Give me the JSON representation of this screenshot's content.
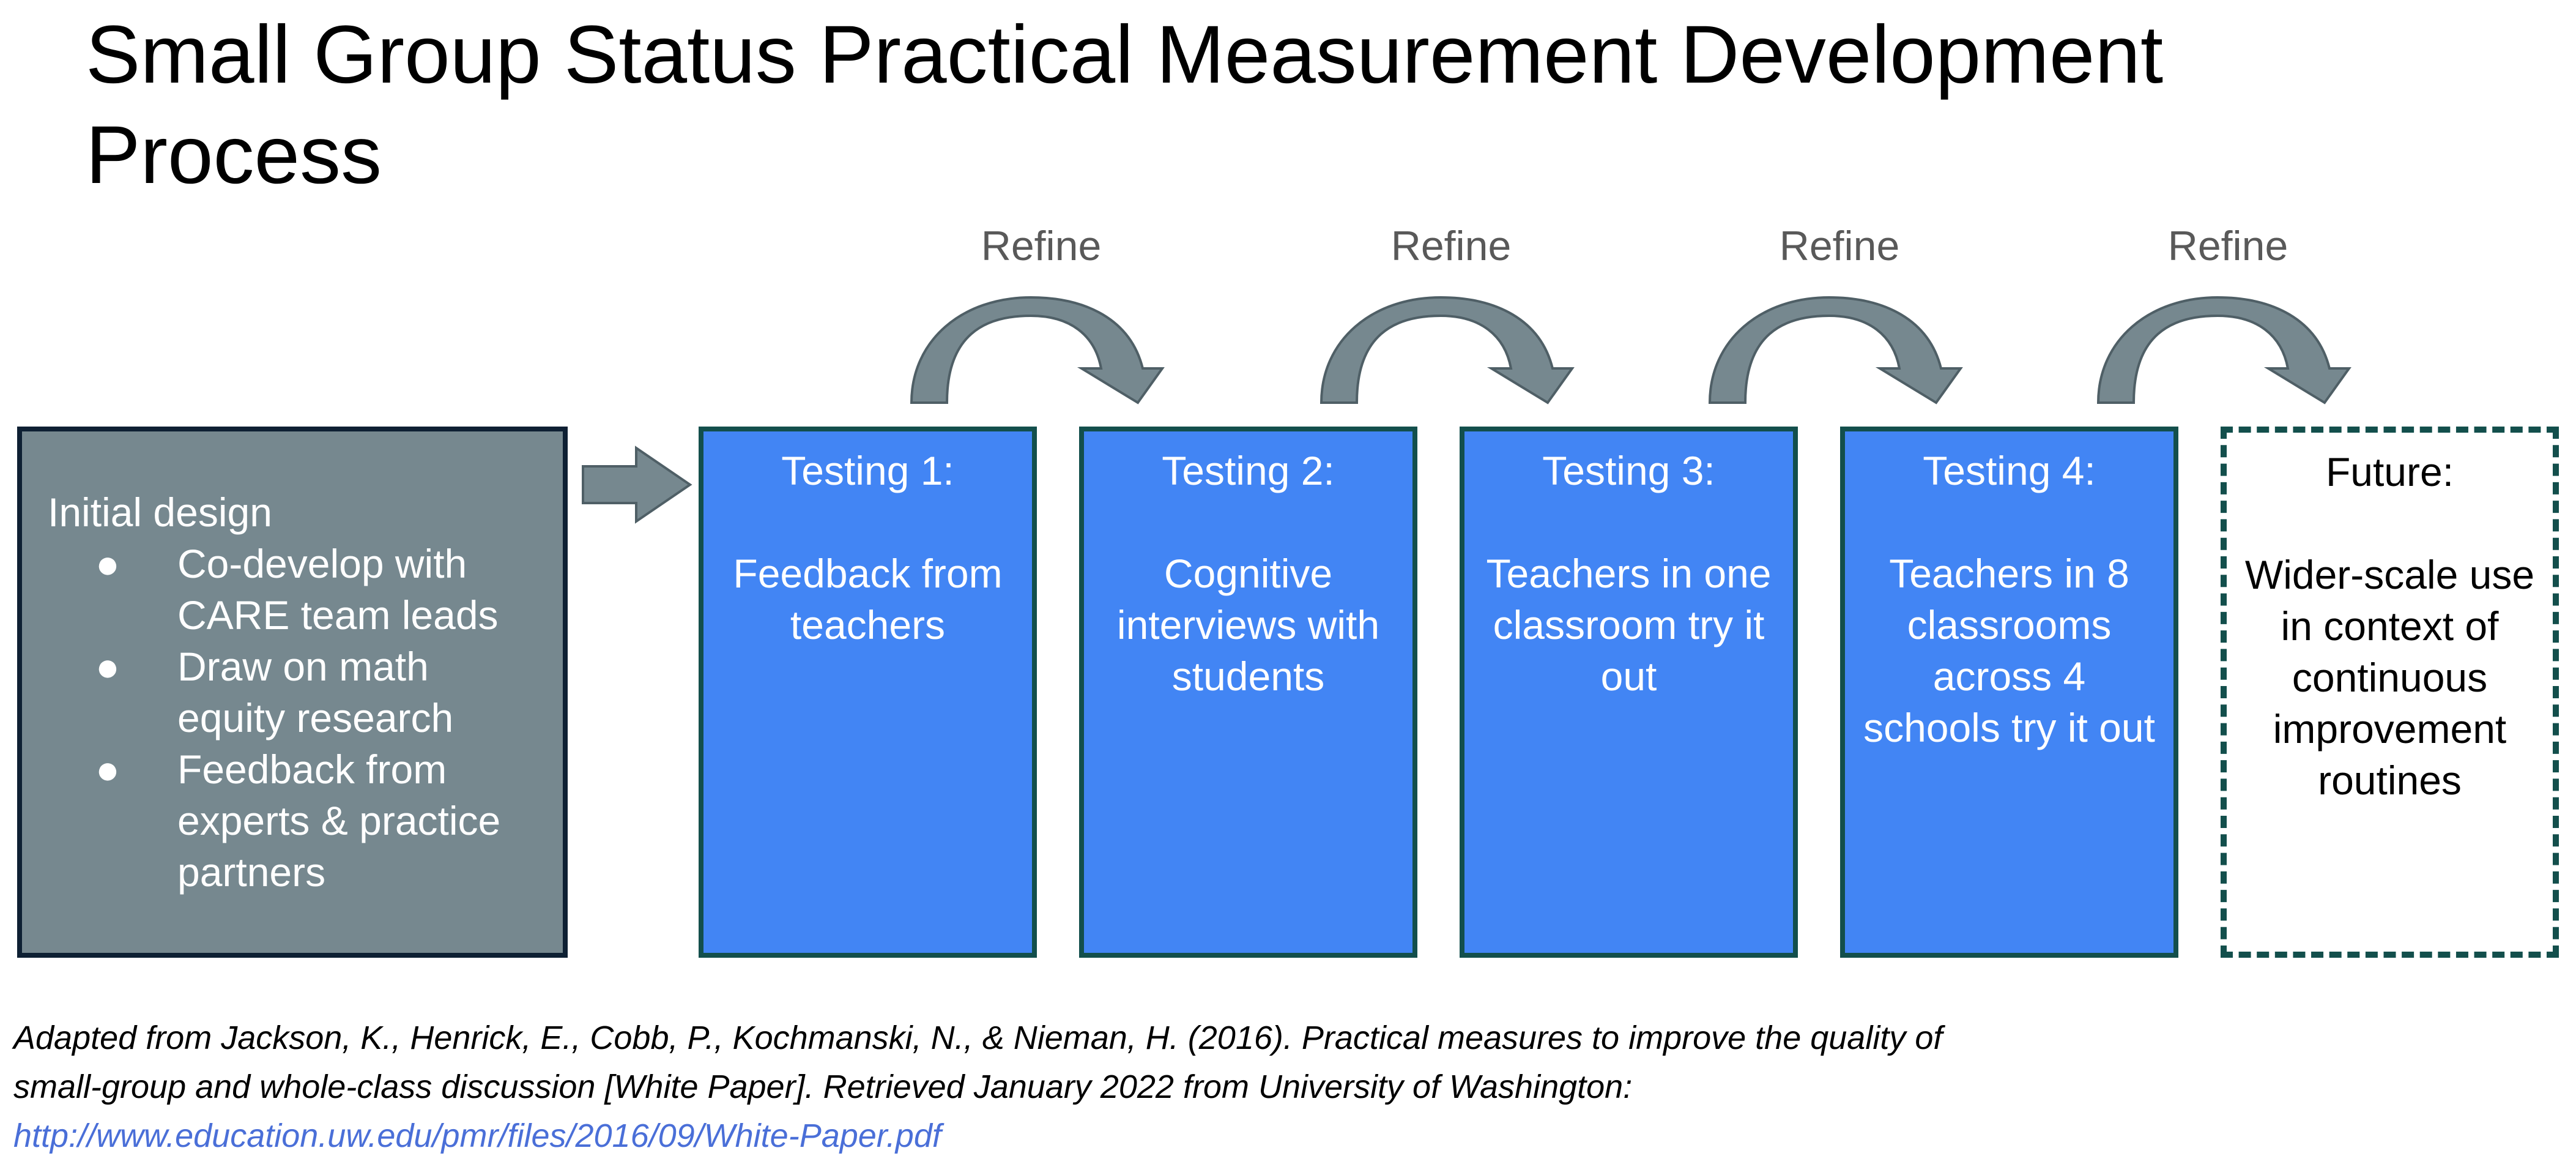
{
  "title": "Small Group Status Practical Measurement Development Process",
  "refine_label": "Refine",
  "initial": {
    "heading": "Initial design",
    "bullet_symbol": "●",
    "bullets": [
      "Co-develop with CARE team leads",
      "Draw on math equity research",
      "Feedback from experts & practice partners"
    ]
  },
  "steps": [
    {
      "heading": "Testing 1:",
      "desc": "Feedback from teachers"
    },
    {
      "heading": "Testing 2:",
      "desc": "Cognitive interviews with students"
    },
    {
      "heading": "Testing 3:",
      "desc": "Teachers in one classroom try it out"
    },
    {
      "heading": "Testing 4:",
      "desc": "Teachers in 8 classrooms across 4 schools try it out"
    },
    {
      "heading": "Future:",
      "desc": "Wider-scale use in context of continuous improvement routines"
    }
  ],
  "citation": {
    "text": "Adapted from Jackson, K., Henrick, E., Cobb, P., Kochmanski, N., & Nieman, H. (2016). Practical measures to improve the quality of small-group and whole-class discussion [White Paper]. Retrieved January 2022 from University of Washington:",
    "link": "http://www.education.uw.edu/pmr/files/2016/09/White-Paper.pdf"
  },
  "colors": {
    "initial_fill": "#76888f",
    "initial_border": "#0e2033",
    "step_fill": "#4285f4",
    "step_border": "#134f4c",
    "arrow_fill": "#76888f",
    "arrow_stroke": "#4f5f66",
    "link": "#4a6fd8"
  }
}
